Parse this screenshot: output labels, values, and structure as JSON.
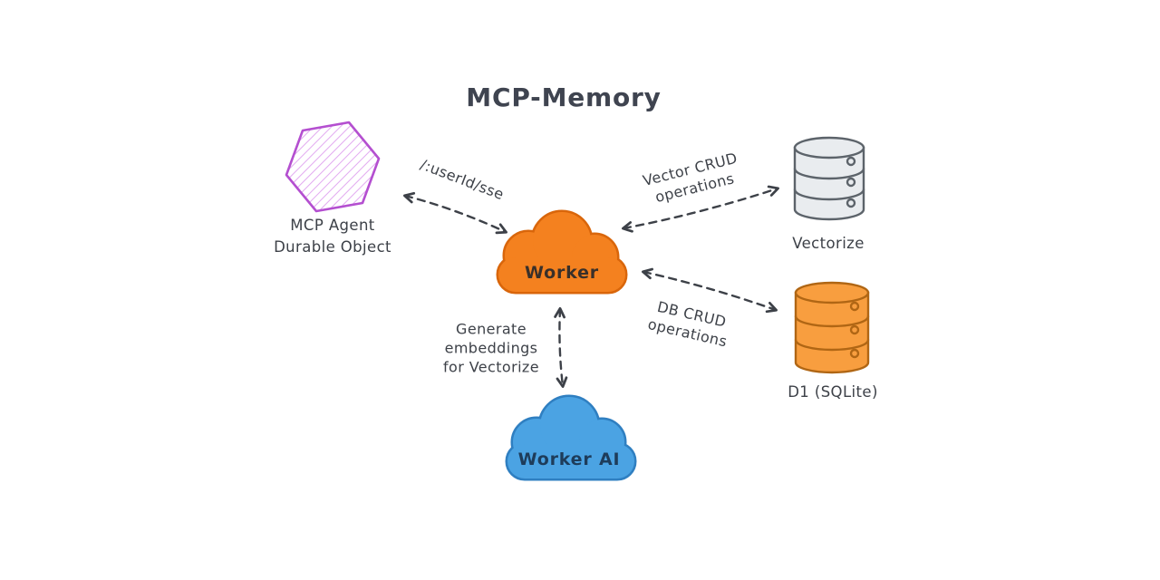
{
  "title": "MCP-Memory",
  "colors": {
    "title_text": "#3f4450",
    "label_text": "#3d4148",
    "arrow": "#3d4148",
    "agent_stroke": "#b44fd0",
    "agent_hatch": "#e2aaf0",
    "worker_fill": "#f4811f",
    "worker_stroke": "#d9660b",
    "worker_text": "#39302a",
    "worker_ai_fill": "#4ba3e3",
    "worker_ai_stroke": "#2f7fc1",
    "worker_ai_text": "#1e3c5a",
    "vectorize_fill": "#e9ecef",
    "vectorize_stroke": "#5c636a",
    "d1_fill": "#f89e3f",
    "d1_stroke": "#b06614"
  },
  "nodes": {
    "mcp_agent": {
      "label_line1": "MCP Agent",
      "label_line2": "Durable Object"
    },
    "worker": {
      "label": "Worker"
    },
    "worker_ai": {
      "label": "Worker AI"
    },
    "vectorize": {
      "label": "Vectorize"
    },
    "d1": {
      "label": "D1 (SQLite)"
    }
  },
  "edges": {
    "agent_worker": {
      "label": "/:userId/sse"
    },
    "worker_vectorize": {
      "label_line1": "Vector CRUD",
      "label_line2": "operations"
    },
    "worker_d1": {
      "label_line1": "DB CRUD",
      "label_line2": "operations"
    },
    "worker_worker_ai": {
      "label_line1": "Generate",
      "label_line2": "embeddings",
      "label_line3": "for Vectorize"
    }
  }
}
